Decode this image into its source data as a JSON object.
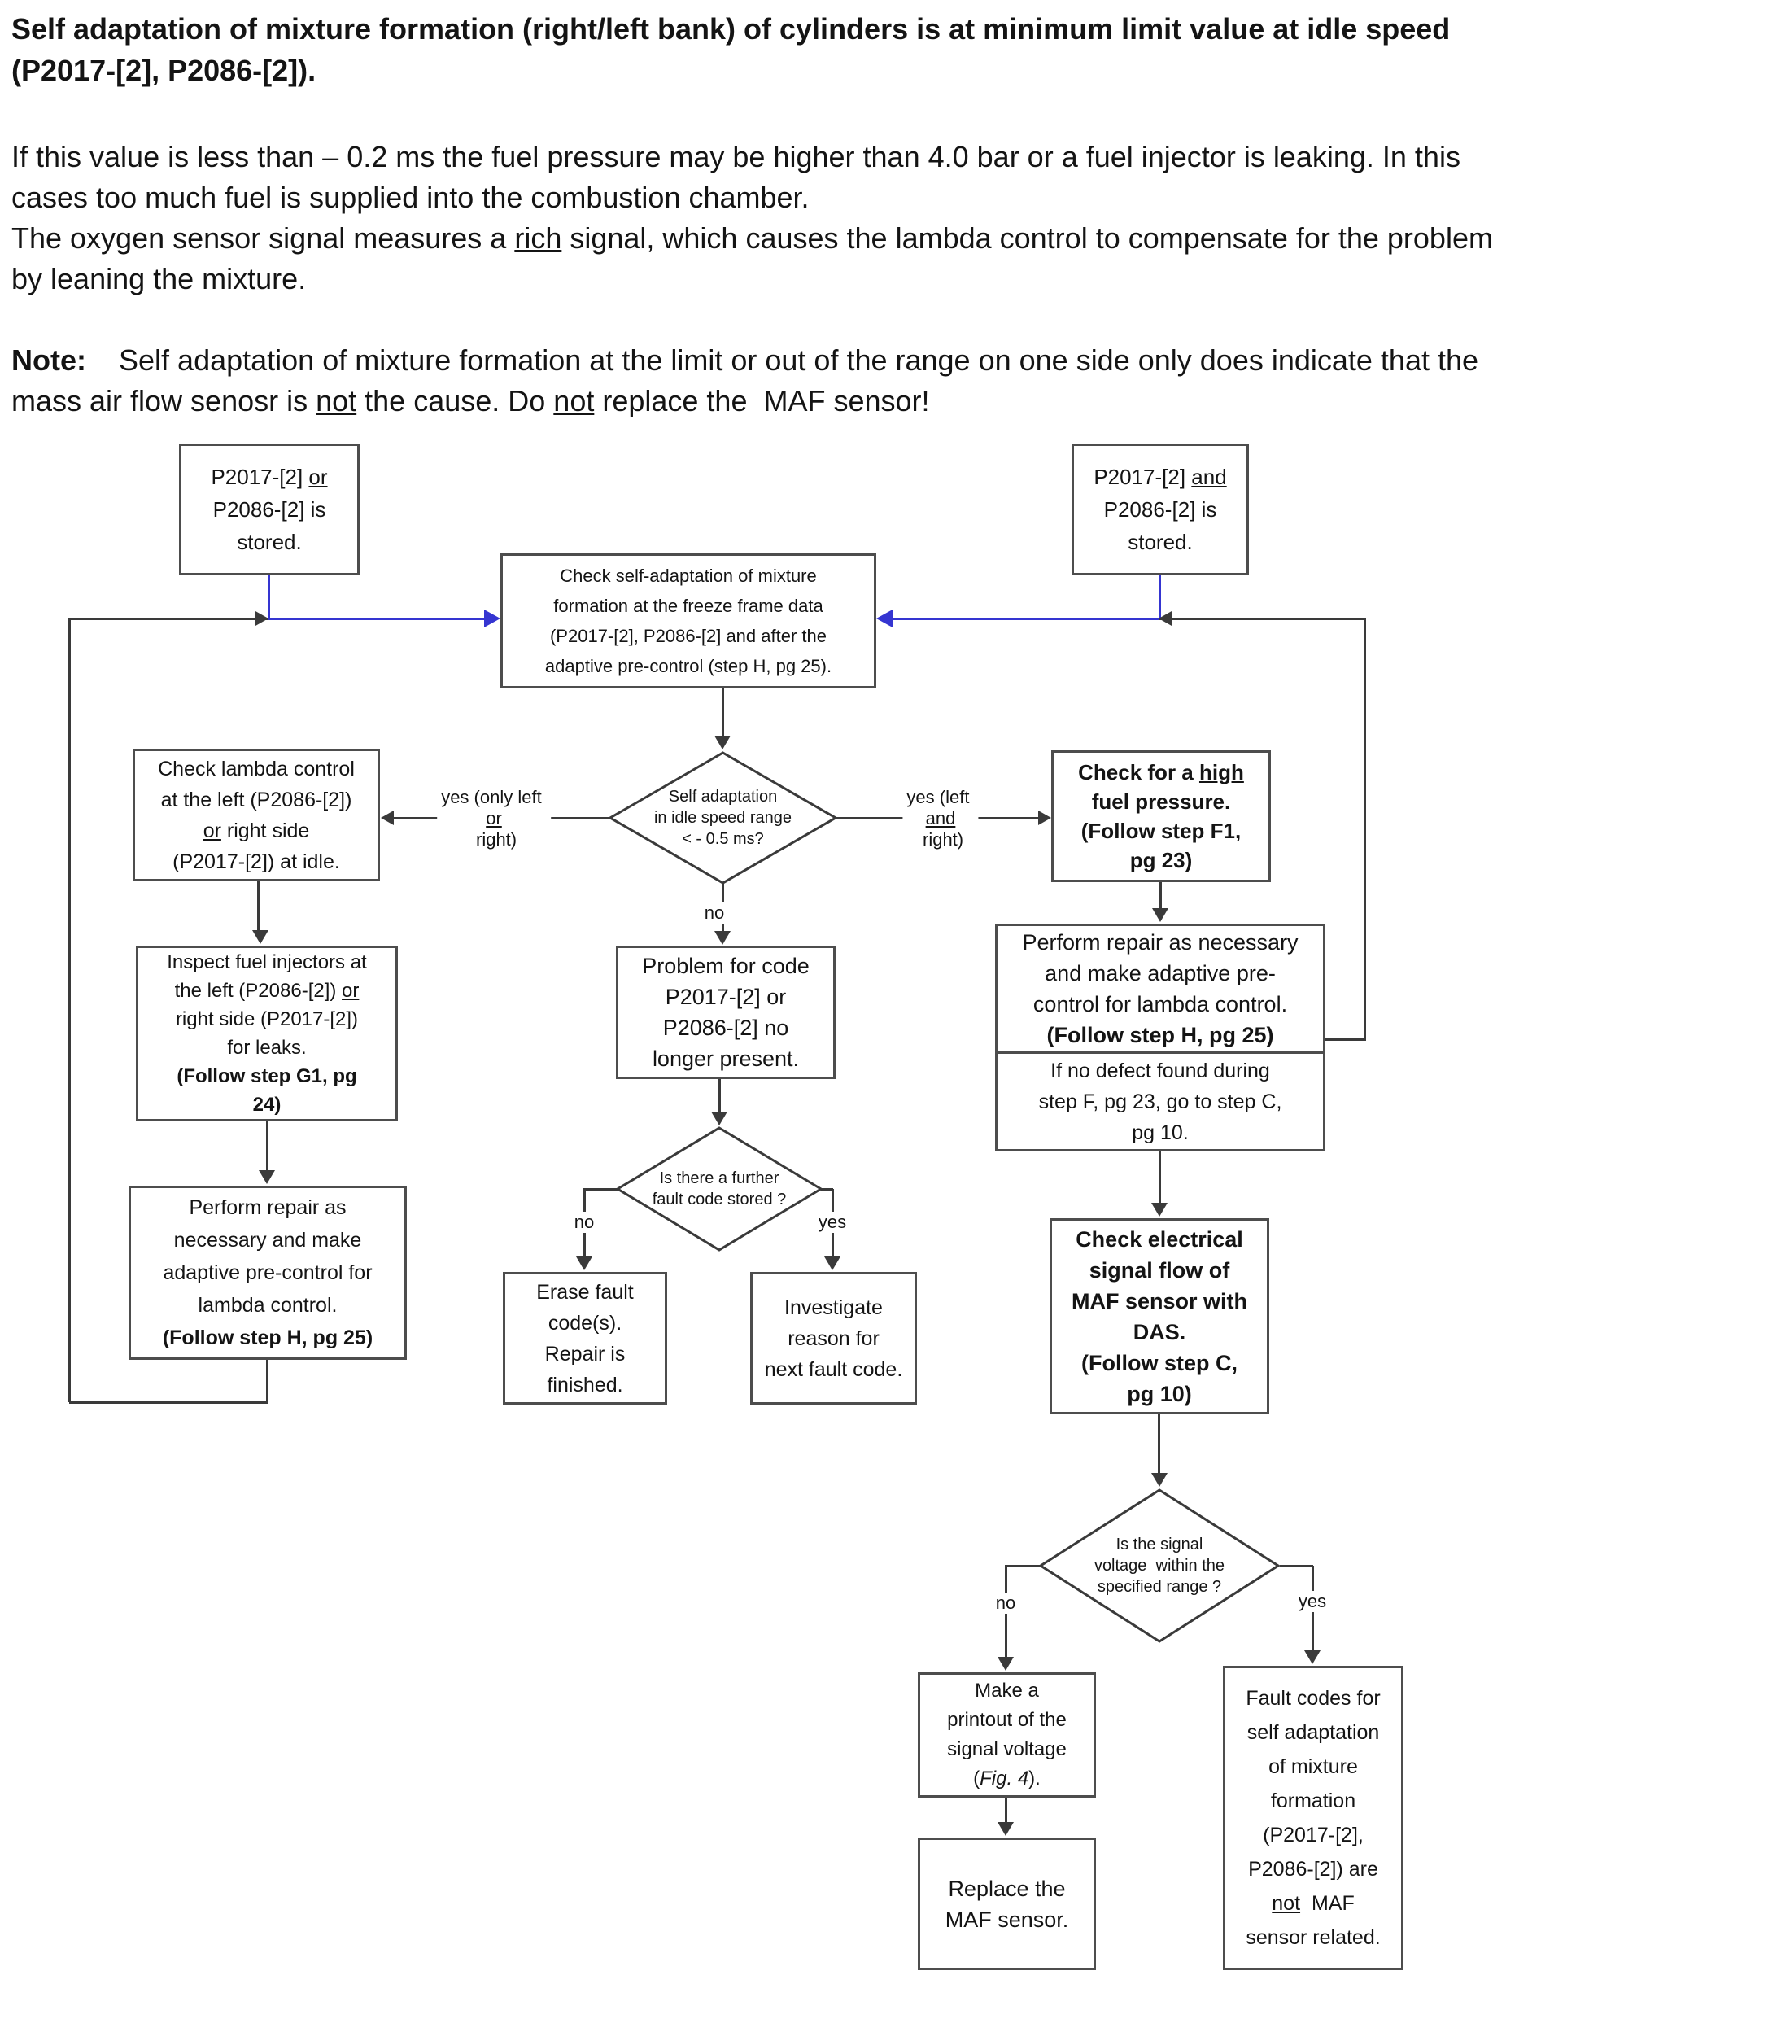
{
  "colors": {
    "connector_blue": "#3535d1",
    "line_black": "#3a3a3a"
  },
  "header": {
    "title_lines": [
      "Self adaptation of mixture formation (right/left bank) of cylinders is at minimum limit value at idle speed",
      "(P2017-[2], P2086-[2])."
    ],
    "intro_lines": [
      "If this value is less than – 0.2 ms the fuel pressure may be higher than 4.0 bar or a fuel injector is leaking. In this",
      "cases too much fuel is supplied into the combustion chamber.",
      [
        "The oxygen sensor signal measures a ",
        {
          "t": "rich",
          "u": true
        },
        " signal, which causes the lambda control to compensate for the problem"
      ],
      "by leaning the mixture."
    ],
    "note_lines": [
      [
        {
          "t": "Note:",
          "b": true
        },
        "    Self adaptation of mixture formation at the limit or out of the range on one side only does indicate that the"
      ],
      [
        "mass air flow senosr is ",
        {
          "t": "not",
          "u": true
        },
        " the cause. Do ",
        {
          "t": "not",
          "u": true
        },
        " replace the  MAF sensor!"
      ]
    ]
  },
  "flowchart": {
    "nodes": {
      "stored_left": {
        "lines": [
          [
            "P2017-[2] ",
            {
              "t": "or",
              "u": true
            }
          ],
          "P2086-[2] is",
          "stored."
        ]
      },
      "stored_right": {
        "lines": [
          [
            "P2017-[2] ",
            {
              "t": "and",
              "u": true
            }
          ],
          "P2086-[2] is",
          "stored."
        ]
      },
      "check_self": {
        "lines": [
          "Check self-adaptation of mixture",
          "formation at the freeze frame data",
          "(P2017-[2], P2086-[2] and after the",
          "adaptive pre-control (step H, pg 25)."
        ]
      },
      "lambda": {
        "lines": [
          "Check lambda control",
          "at the left (P2086-[2])",
          [
            {
              "t": "or",
              "u": true
            },
            " right side"
          ],
          "(P2017-[2]) at idle."
        ]
      },
      "inspect": {
        "lines": [
          "Inspect fuel injectors at",
          [
            "the left (P2086-[2]) ",
            {
              "t": "or",
              "u": true
            }
          ],
          "right side (P2017-[2])",
          "for leaks.",
          [
            {
              "t": "(Follow step G1, pg",
              "b": true
            }
          ],
          [
            {
              "t": "24)",
              "b": true
            }
          ]
        ]
      },
      "perform_left": {
        "lines": [
          "Perform repair as",
          "necessary and make",
          "adaptive pre-control for",
          "lambda control.",
          [
            {
              "t": "(Follow step H, pg 25)",
              "b": true
            }
          ]
        ]
      },
      "diamond_idle": {
        "lines": [
          "Self adaptation",
          "in idle speed range",
          "< - 0.5 ms?"
        ]
      },
      "problem": {
        "lines": [
          "Problem for code",
          "P2017-[2] or",
          "P2086-[2] no",
          "longer present."
        ]
      },
      "diamond_fault": {
        "lines": [
          "Is there a further",
          "fault code stored ?"
        ]
      },
      "erase": {
        "lines": [
          "Erase fault",
          "code(s).",
          "Repair is",
          "finished."
        ]
      },
      "investigate": {
        "lines": [
          "Investigate",
          "reason for",
          "next fault code."
        ]
      },
      "high_fuel": {
        "lines": [
          [
            "Check for a ",
            {
              "t": "high",
              "u": true
            }
          ],
          "fuel pressure.",
          "(Follow step F1,",
          "pg 23)"
        ]
      },
      "perform_right": {
        "lines": [
          "Perform repair as necessary",
          "and make adaptive pre-",
          "control for lambda control.",
          [
            {
              "t": "(Follow step H, pg 25)",
              "b": true
            }
          ]
        ]
      },
      "no_defect": {
        "lines": [
          "If no defect found during",
          "step F, pg 23, go to step C,",
          "pg 10."
        ]
      },
      "check_maf": {
        "lines": [
          "Check electrical",
          "signal flow of",
          "MAF sensor with",
          "DAS.",
          "(Follow step C,",
          "pg 10)"
        ]
      },
      "diamond_volt": {
        "lines": [
          "Is the signal",
          "voltage  within the",
          "specified range ?"
        ]
      },
      "printout": {
        "lines": [
          "Make a",
          "printout of the",
          "signal voltage",
          [
            "(",
            {
              "t": "Fig. 4",
              "i": true
            },
            ")."
          ]
        ]
      },
      "fault_codes": {
        "lines": [
          "Fault codes for",
          "self adaptation",
          "of mixture",
          "formation",
          "(P2017-[2],",
          "P2086-[2]) are",
          [
            {
              "t": "not",
              "u": true
            },
            "  MAF"
          ],
          "sensor related."
        ]
      },
      "replace": {
        "lines": [
          "Replace the",
          "MAF sensor."
        ]
      }
    },
    "edge_labels": {
      "yes_only_left_or_right": [
        "yes (only left ",
        {
          "t": "or",
          "u": true
        },
        " right)"
      ],
      "yes_left_and_right": [
        "yes (left ",
        {
          "t": "and",
          "u": true
        },
        " right)"
      ],
      "no_idle": "no",
      "no_fault": "no",
      "yes_fault": "yes",
      "no_volt": "no",
      "yes_volt": "yes"
    }
  }
}
